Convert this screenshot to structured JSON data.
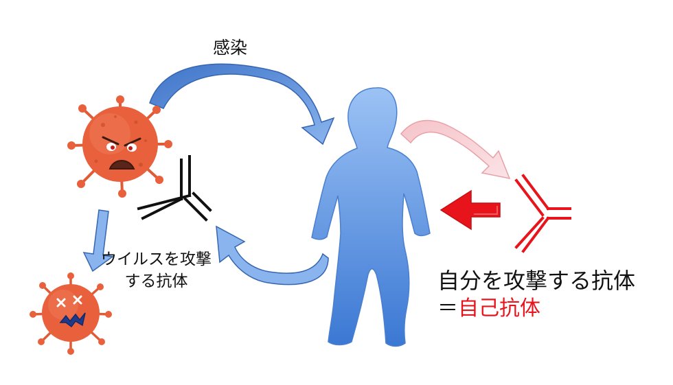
{
  "labels": {
    "infection": "感染",
    "virus_antibody_line1": "ウイルスを攻撃",
    "virus_antibody_line2": "する抗体",
    "self_attacking_antibody": "自分を攻撃する抗体",
    "equals_sign": "＝",
    "autoantibody": "自己抗体"
  },
  "icons": {
    "active_virus": "angry-virus-icon",
    "defeated_virus": "defeated-virus-icon",
    "human": "human-silhouette-icon",
    "normal_antibody": "y-shaped-antibody-icon",
    "autoantibody": "y-shaped-autoantibody-icon"
  },
  "colors": {
    "virus": "#e8603c",
    "virus_dark": "#c24a2a",
    "human_top": "#8fb8f0",
    "human_bottom": "#3f7fd6",
    "arrow_blue": "#5b8fd9",
    "arrow_red": "#e8141b",
    "arrow_pink": "#e8a0a8",
    "antibody_black": "#111111"
  }
}
